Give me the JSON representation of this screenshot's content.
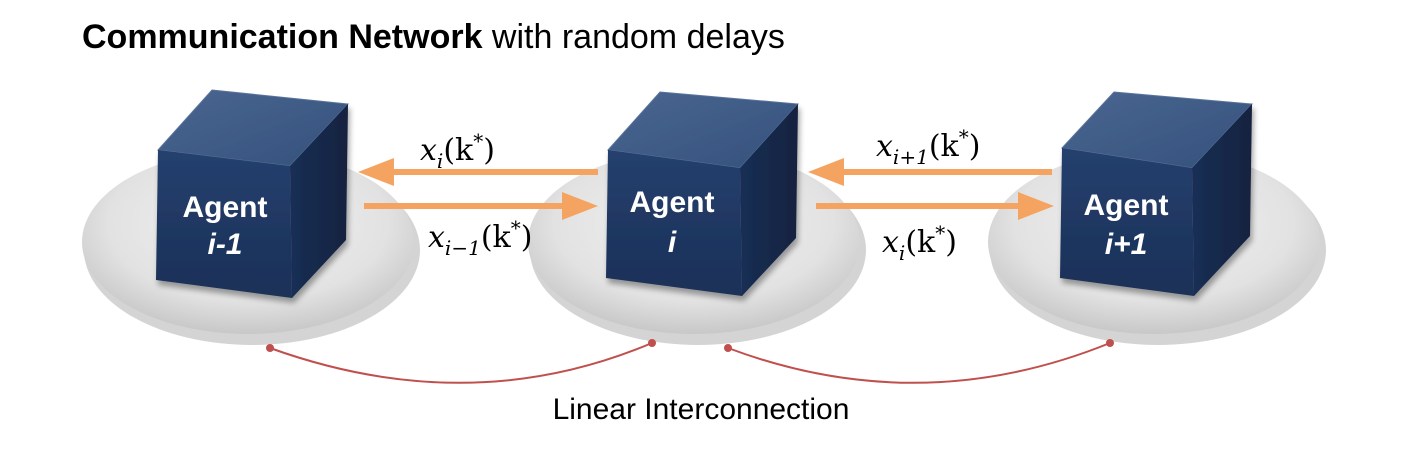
{
  "title": {
    "bold": "Communication Network",
    "rest": " with random delays"
  },
  "footer": "Linear Interconnection",
  "agents": [
    {
      "name": "Agent",
      "index": "i-1"
    },
    {
      "name": "Agent",
      "index": "i"
    },
    {
      "name": "Agent",
      "index": "i+1"
    }
  ],
  "messages": [
    {
      "var": "x",
      "sub": "i",
      "arg": "(k",
      "sup": "*",
      "close": ")"
    },
    {
      "var": "x",
      "sub": "i−1",
      "arg": "(k",
      "sup": "*",
      "close": ")"
    },
    {
      "var": "x",
      "sub": "i+1",
      "arg": "(k",
      "sup": "*",
      "close": ")"
    },
    {
      "var": "x",
      "sub": "i",
      "arg": "(k",
      "sup": "*",
      "close": ")"
    }
  ],
  "colors": {
    "arrow": "#F4A460",
    "cube_front": "#1F3864",
    "cube_top": "#3B5784",
    "cube_side": "#17294A",
    "disk": "#E6E6E6",
    "link": "#C0504D"
  }
}
